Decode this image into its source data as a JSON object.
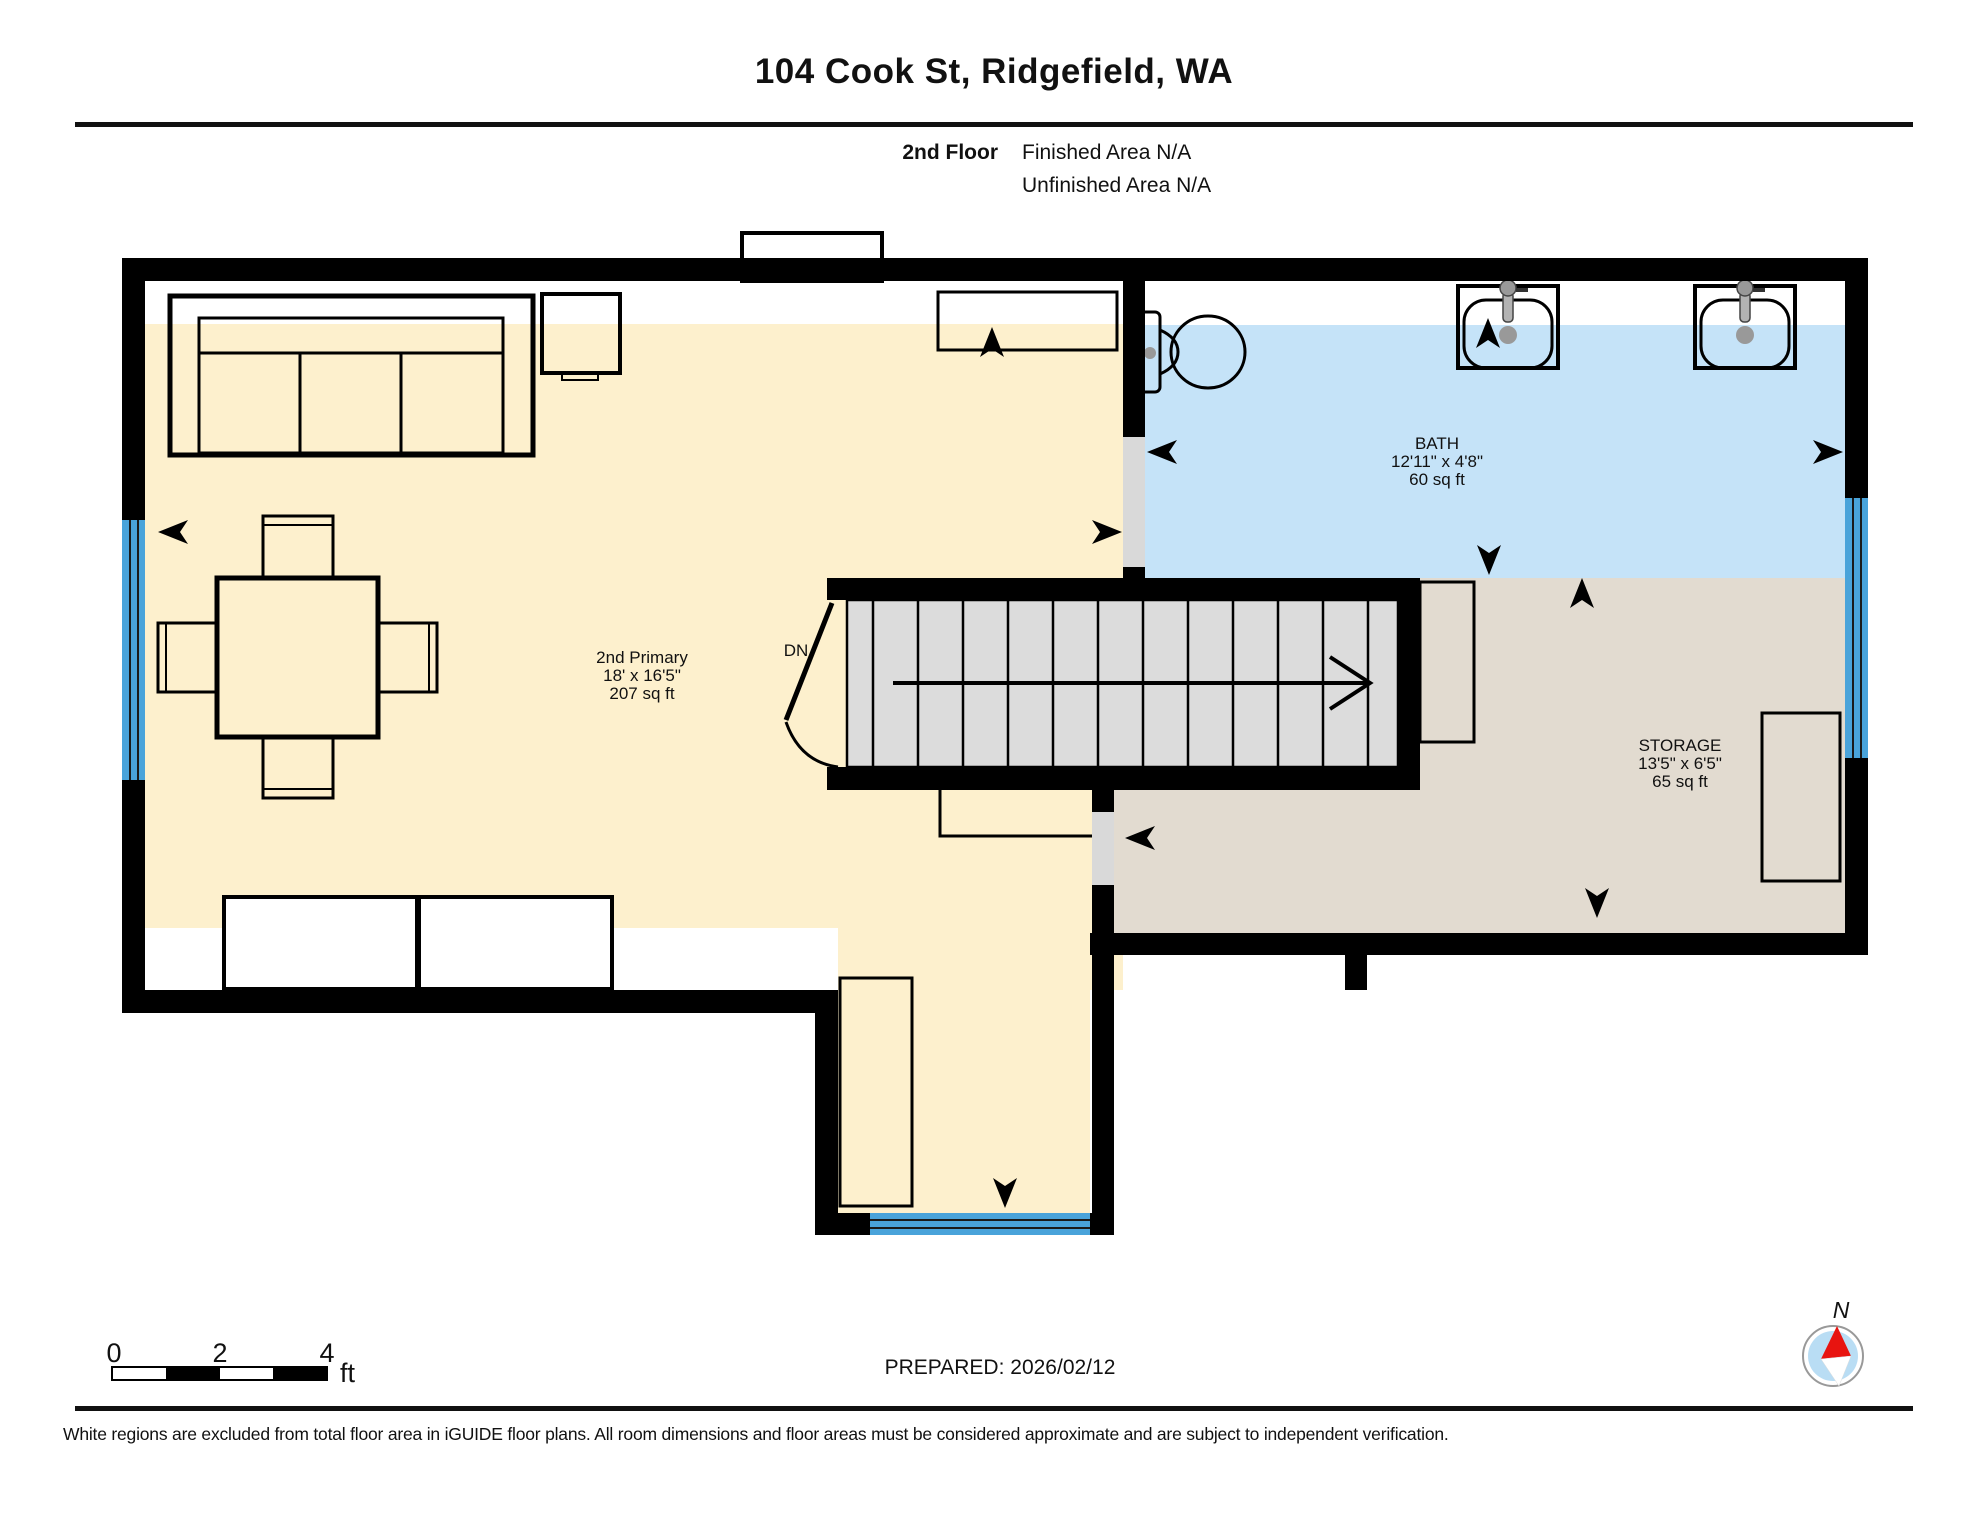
{
  "header": {
    "title": "104 Cook St, Ridgefield, WA",
    "floor_label": "2nd Floor",
    "finished_area": "Finished Area N/A",
    "unfinished_area": "Unfinished Area N/A"
  },
  "rooms": [
    {
      "name": "2nd Primary",
      "dimensions": "18' x 16'5\"",
      "area": "207 sq ft",
      "fill": "#fdf0cd"
    },
    {
      "name": "BATH",
      "dimensions": "12'11\" x 4'8\"",
      "area": "60 sq ft",
      "fill": "#c5e3f8"
    },
    {
      "name": "STORAGE",
      "dimensions": "13'5\" x 6'5\"",
      "area": "65 sq ft",
      "fill": "#e2dbd0"
    }
  ],
  "stairs": {
    "direction_label": "DN"
  },
  "scale_bar": {
    "ticks": [
      "0",
      "2",
      "4"
    ],
    "unit": "ft"
  },
  "prepared": "PREPARED: 2026/02/12",
  "compass": {
    "north_label": "N"
  },
  "footer": {
    "disclaimer": "White regions are excluded from total floor area in iGUIDE floor plans. All room dimensions and floor areas must be considered approximate and are subject to independent verification."
  },
  "colors": {
    "wall": "#000000",
    "primary_fill": "#fdf0cd",
    "bath_fill": "#c5e3f8",
    "storage_fill": "#e2dbd0",
    "window_blue": "#49a3da",
    "stair_gray": "#dcdcdc",
    "door_gray": "#d9d9d9",
    "fixture_gray": "#999999",
    "compass_inner": "#b9ddf4",
    "compass_needle_red": "#e81410"
  }
}
